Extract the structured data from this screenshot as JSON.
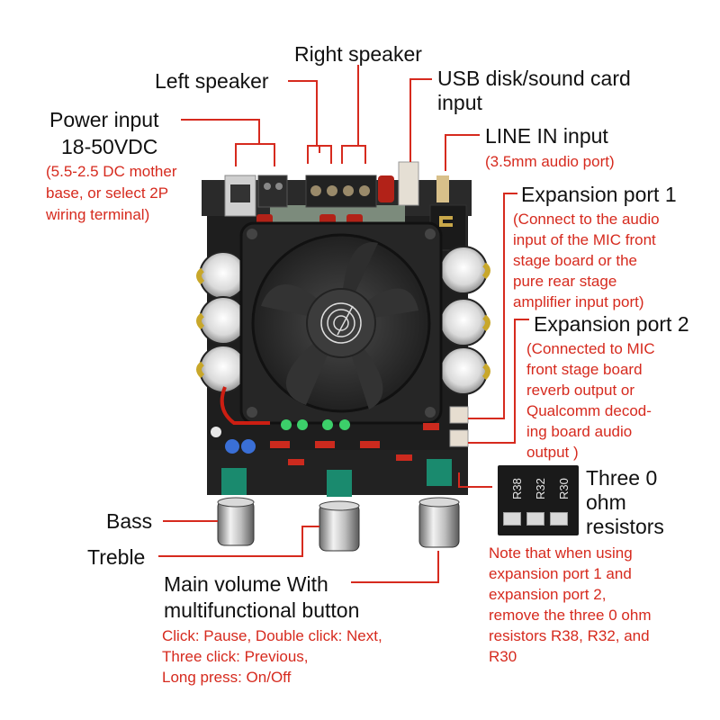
{
  "labels": {
    "right_speaker": "Right speaker",
    "left_speaker": "Left speaker",
    "usb_input": [
      "USB disk/sound card",
      "input"
    ],
    "power_input": [
      "Power input",
      "18-50VDC"
    ],
    "power_note": [
      "(5.5-2.5 DC mother",
      "base, or select 2P",
      "wiring terminal)"
    ],
    "line_in": "LINE IN input",
    "line_in_note": "(3.5mm audio port)",
    "expansion1": "Expansion port 1",
    "expansion1_note": [
      "(Connect to the audio",
      "input of the MIC front",
      "stage board or the",
      "pure rear stage",
      "amplifier input port)"
    ],
    "expansion2": "Expansion port 2",
    "expansion2_note": [
      "(Connected to MIC",
      "front stage board",
      "reverb output or",
      "Qualcomm decod-",
      "ing board audio",
      "output )"
    ],
    "three_resistors": [
      "Three 0",
      "ohm",
      "resistors"
    ],
    "resistor_note": [
      "Note that when using",
      "expansion port 1 and",
      "expansion port 2,",
      "remove the three 0 ohm",
      "resistors R38, R32, and",
      "R30"
    ],
    "bass": "Bass",
    "treble": "Treble",
    "main_volume": [
      "Main volume With",
      "multifunctional button"
    ],
    "volume_note": [
      "Click: Pause, Double click: Next,",
      "Three click: Previous,",
      "Long press: On/Off"
    ]
  },
  "resistor_chip": {
    "labels": [
      "R38",
      "R32",
      "R30"
    ]
  },
  "colors": {
    "annotation_red": "#d62a1e",
    "leader_line": "#d62a1e",
    "text": "#111111",
    "pcb": "#1c1c1c",
    "knob_base": "#1a8a6e"
  }
}
